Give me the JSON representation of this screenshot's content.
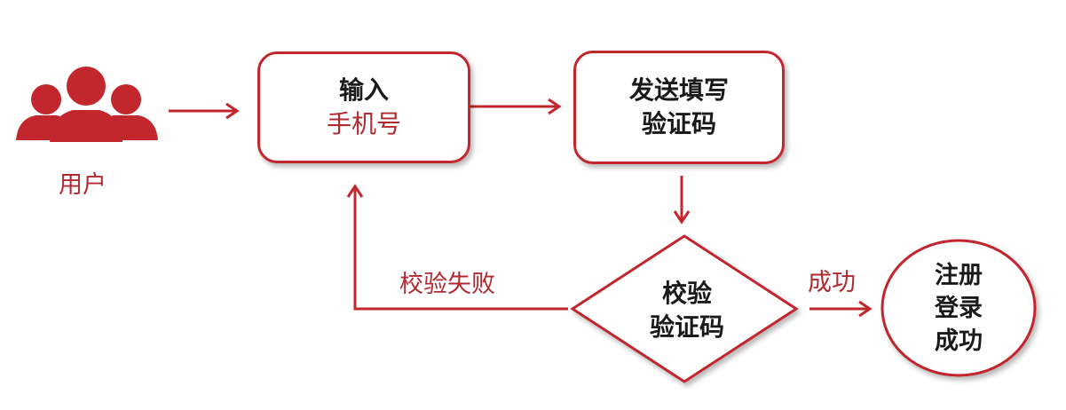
{
  "user": {
    "label": "用户"
  },
  "input_box": {
    "line1": "输入",
    "line2": "手机号"
  },
  "send_box": {
    "line1": "发送填写",
    "line2": "验证码"
  },
  "verify": {
    "line1": "校验",
    "line2": "验证码"
  },
  "fail_label": "校验失败",
  "success_label": "成功",
  "final": {
    "line1": "注册",
    "line2": "登录",
    "line3": "成功"
  },
  "colors": {
    "accent": "#c1272d",
    "text_red": "#b02a31",
    "text_dark": "#1a1a1a"
  },
  "icons": {
    "user": "users-group-icon"
  }
}
